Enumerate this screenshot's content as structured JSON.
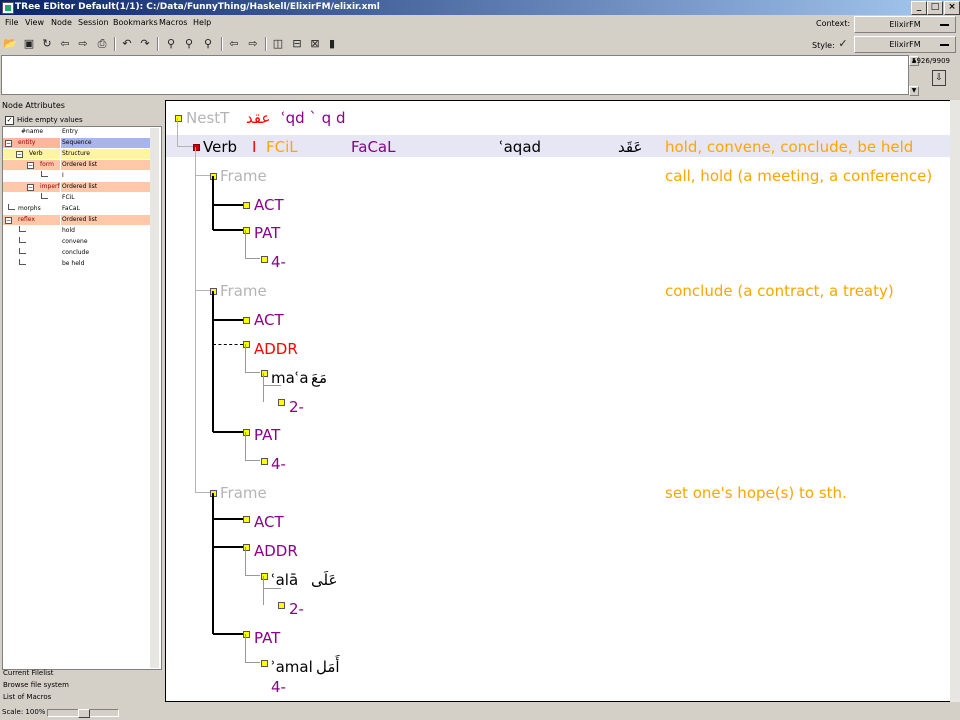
{
  "window": {
    "title": "TRee EDitor   Default(1/1): C:/Data/FunnyThing/Haskell/ElixirFM/elixir.xml"
  },
  "menu": [
    {
      "label": "File"
    },
    {
      "label": "View"
    },
    {
      "label": "Node"
    },
    {
      "label": "Session"
    },
    {
      "label": "Bookmarks"
    },
    {
      "label": "Macros"
    },
    {
      "label": "Help"
    }
  ],
  "context": {
    "label": "Context:",
    "value": "ElixirFM"
  },
  "style": {
    "label": "Style:",
    "value": "ElixirFM"
  },
  "counter": "5926/9909",
  "attributes": {
    "panel_label": "Node Attributes",
    "hide_empty": "Hide empty values",
    "header": {
      "name": "#name",
      "entry": "Entry"
    },
    "rows": [
      {
        "name": "entity",
        "entry": "Sequence",
        "style": "sel"
      },
      {
        "name": "Verb",
        "entry": "Structure",
        "style": "yellow"
      },
      {
        "name": "form",
        "entry": "Ordered list",
        "style": "salmon"
      },
      {
        "name": "",
        "entry": "I",
        "style": "plain"
      },
      {
        "name": "imperf",
        "entry": "Ordered list",
        "style": "salmon"
      },
      {
        "name": "",
        "entry": "FCiL",
        "style": "plain"
      },
      {
        "name": "morphs",
        "entry": "FaCaL",
        "style": "plain"
      },
      {
        "name": "reflex",
        "entry": "Ordered list",
        "style": "salmon"
      },
      {
        "name": "",
        "entry": "hold",
        "style": "plain"
      },
      {
        "name": "",
        "entry": "convene",
        "style": "plain"
      },
      {
        "name": "",
        "entry": "conclude",
        "style": "plain"
      },
      {
        "name": "",
        "entry": "be held",
        "style": "plain"
      }
    ]
  },
  "bottom_list": [
    "Current Filelist",
    "Browse file system",
    "List of Macros"
  ],
  "scale": "Scale: 100%",
  "tree": {
    "root": {
      "label": "NestT",
      "arabic": "عقد",
      "translit": "ʿqd ` q d"
    },
    "verb": {
      "label": "Verb",
      "form": "I",
      "imperf": "FCiL",
      "morphs": "FaCaL",
      "translit": "ʿaqad",
      "arabic": "عَقَد",
      "gloss": "hold, convene, conclude, be held"
    },
    "frames": [
      {
        "label": "Frame",
        "gloss": "call, hold (a meeting, a conference)",
        "act": "ACT",
        "pat": "PAT",
        "pat_num": "4-"
      },
      {
        "label": "Frame",
        "gloss": "conclude (a contract, a treaty)",
        "act": "ACT",
        "addr": "ADDR",
        "prep": "maʿa",
        "prep_ar": "مَعَ",
        "prep_num": "2-",
        "pat": "PAT",
        "pat_num": "4-"
      },
      {
        "label": "Frame",
        "gloss": "set one's hope(s) to sth.",
        "act": "ACT",
        "addr": "ADDR",
        "prep": "ʿalā",
        "prep_ar": "عَلَى",
        "prep_num": "2-",
        "pat": "PAT",
        "pat_word": "ʾamal",
        "pat_ar": "أَمَل",
        "pat_num": "4-"
      }
    ]
  },
  "colors": {
    "functor": "#8b008b",
    "gloss": "#ffa500",
    "addr": "#ff0000",
    "frame": "#b4b4b4",
    "selected_row": "#e6e6f5"
  }
}
